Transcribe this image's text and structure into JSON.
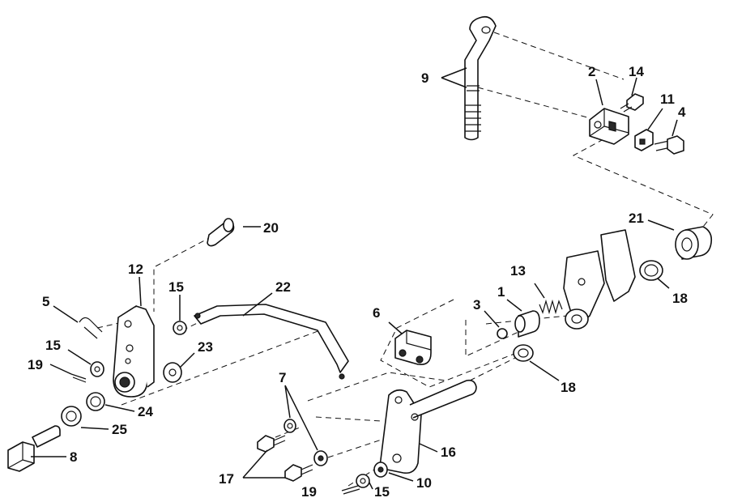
{
  "callouts": {
    "c1": "1",
    "c2": "2",
    "c3": "3",
    "c4": "4",
    "c5": "5",
    "c6": "6",
    "c7": "7",
    "c8": "8",
    "c9": "9",
    "c10": "10",
    "c11": "11",
    "c12": "12",
    "c13": "13",
    "c14": "14",
    "c15a": "15",
    "c15b": "15",
    "c15c": "15",
    "c16": "16",
    "c17": "17",
    "c18a": "18",
    "c18b": "18",
    "c19a": "19",
    "c19b": "19",
    "c20": "20",
    "c21": "21",
    "c22": "22",
    "c23": "23",
    "c24": "24",
    "c25": "25"
  }
}
